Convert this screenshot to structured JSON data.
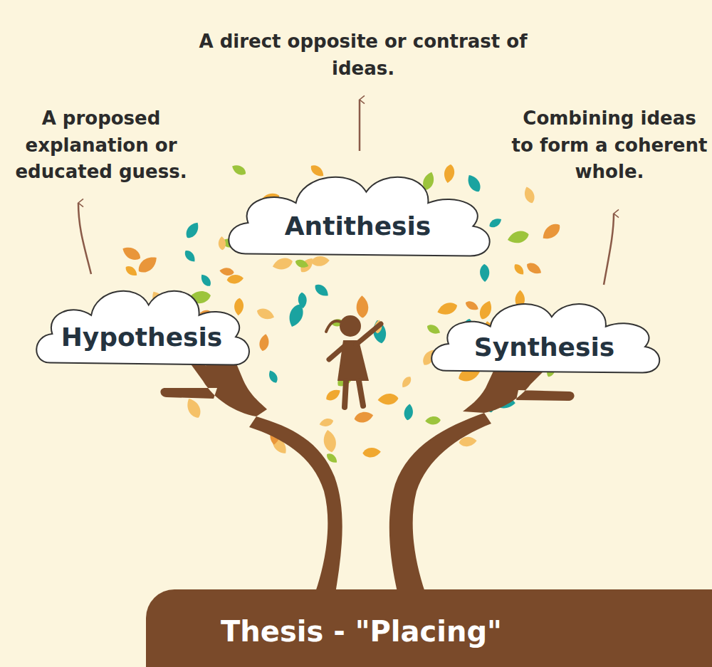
{
  "diagram": {
    "nodes": [
      {
        "text": [
          "Hypothesis"
        ]
      },
      {
        "text": [
          "Antithesis"
        ]
      },
      {
        "text": [
          "Synthesis"
        ]
      },
      {
        "text": [
          "Thesis - \"Placing\""
        ]
      }
    ],
    "labels": [
      "A direct opposite or contrast of ideas.",
      "A proposed explanation or educated guess.",
      "Combining ideas to form a coherent whole."
    ]
  }
}
